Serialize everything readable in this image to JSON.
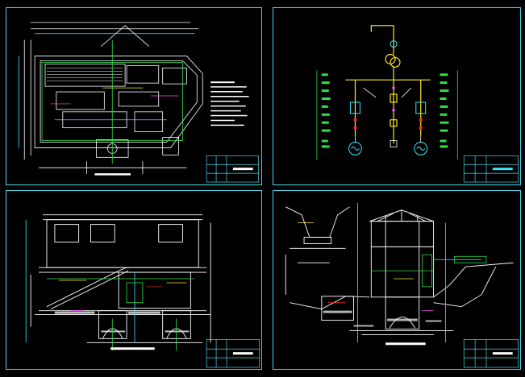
{
  "drawing_set": {
    "sheets": [
      {
        "id": "site-plan"
      },
      {
        "id": "single-line-diagram"
      },
      {
        "id": "building-section"
      },
      {
        "id": "cross-section"
      }
    ]
  },
  "colors": {
    "frame": "#4fd4e6",
    "linework": "#ffffff",
    "cyan": "#38e8ff",
    "green": "#32e04a",
    "yellow": "#ffe82a",
    "magenta": "#ff4dff",
    "red": "#ff3030"
  }
}
